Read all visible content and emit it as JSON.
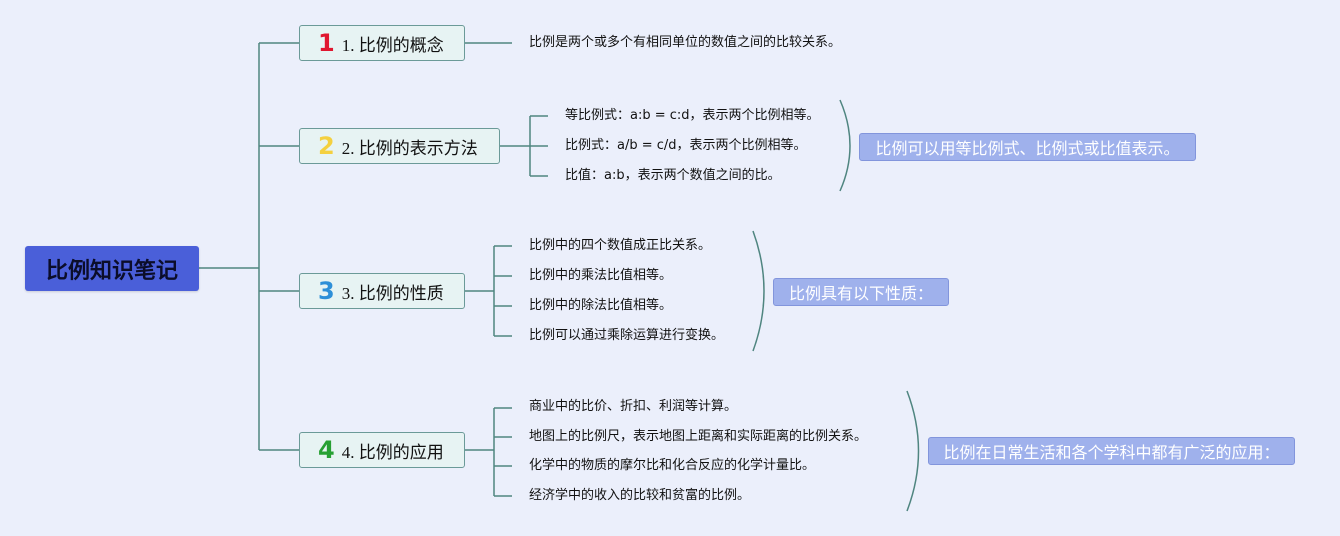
{
  "root": {
    "title": "比例知识笔记"
  },
  "branches": [
    {
      "number": "1",
      "title": "1. 比例的概念",
      "leaves": [
        "比例是两个或多个有相同单位的数值之间的比较关系。"
      ]
    },
    {
      "number": "2",
      "title": "2. 比例的表示方法",
      "leaves": [
        "等比例式：a:b = c:d，表示两个比例相等。",
        "比例式：a/b = c/d，表示两个比例相等。",
        "比值：a:b，表示两个数值之间的比。"
      ],
      "summary": "比例可以用等比例式、比例式或比值表示。"
    },
    {
      "number": "3",
      "title": "3. 比例的性质",
      "leaves": [
        "比例中的四个数值成正比关系。",
        "比例中的乘法比值相等。",
        "比例中的除法比值相等。",
        "比例可以通过乘除运算进行变换。"
      ],
      "summary": "比例具有以下性质："
    },
    {
      "number": "4",
      "title": "4. 比例的应用",
      "leaves": [
        "商业中的比价、折扣、利润等计算。",
        "地图上的比例尺，表示地图上距离和实际距离的比例关系。",
        "化学中的物质的摩尔比和化合反应的化学计量比。",
        "经济学中的收入的比较和贫富的比例。"
      ],
      "summary": "比例在日常生活和各个学科中都有广泛的应用："
    }
  ],
  "colors": {
    "background": "#ebeffb",
    "root": "#4a5fd9",
    "connector": "#4f8580",
    "summary": "#9fb1ec"
  }
}
